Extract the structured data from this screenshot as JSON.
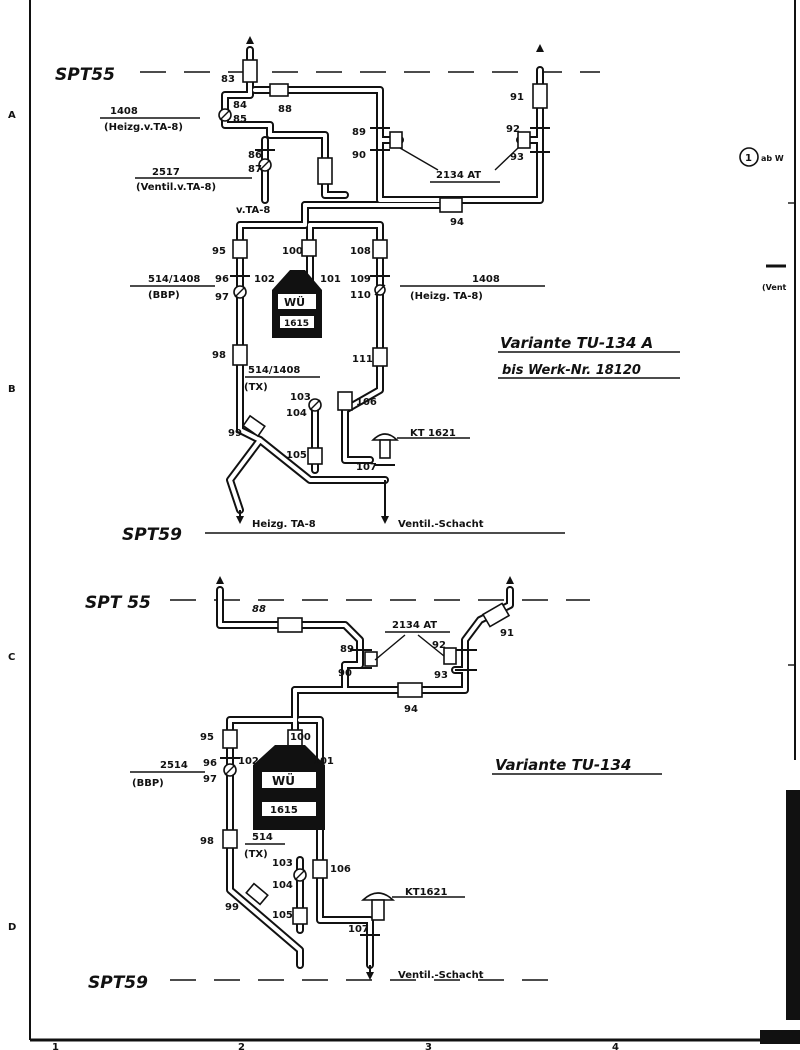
{
  "margin": {
    "row_a": "A",
    "row_b": "B",
    "row_c": "C",
    "row_d": "D",
    "col_1": "1",
    "col_2": "2",
    "col_3": "3",
    "col_4": "4"
  },
  "right_edge": {
    "circle_num": "1",
    "circle_text": "ab W",
    "bbp_cut": "(Vent"
  },
  "top": {
    "spt55": "SPT55",
    "spt59": "SPT59",
    "variant_title": "Variante TU-134 A",
    "variant_sub": "bis Werk-Nr. 18120",
    "heat1_code": "1408",
    "heat1_text": "(Heizg.v.TA-8)",
    "vent_code": "2517",
    "vent_text": "(Ventil.v.TA-8)",
    "vta8": "v.TA-8",
    "at_label": "2134 AT",
    "bbp_code": "514/1408",
    "bbp_text": "(BBP)",
    "heat2_code": "1408",
    "heat2_text": "(Heizg. TA-8)",
    "tx_code": "514/1408",
    "tx_text": "(TX)",
    "kt_label": "KT 1621",
    "wu_label": "WÜ",
    "wu_num": "1615",
    "bottom_heat": "Heizg. TA-8",
    "bottom_vent": "Ventil.-Schacht",
    "n83": "83",
    "n84": "84",
    "n85": "85",
    "n86": "86",
    "n87": "87",
    "n88": "88",
    "n89": "89",
    "n90": "90",
    "n91": "91",
    "n92": "92",
    "n93": "93",
    "n94": "94",
    "n95": "95",
    "n96": "96",
    "n97": "97",
    "n98": "98",
    "n99": "99",
    "n100": "100",
    "n101": "101",
    "n102": "102",
    "n103": "103",
    "n104": "104",
    "n105": "105",
    "n106": "106",
    "n107": "107",
    "n108": "108",
    "n109": "109",
    "n110": "110",
    "n111": "111"
  },
  "bottom": {
    "spt55": "SPT 55",
    "spt59": "SPT59",
    "variant_title": "Variante TU-134",
    "at_label": "2134 AT",
    "bbp_code": "2514",
    "bbp_text": "(BBP)",
    "tx_code": "514",
    "tx_text": "(TX)",
    "kt_label": "KT1621",
    "wu_label": "WÜ",
    "wu_num": "1615",
    "bottom_vent": "Ventil.-Schacht",
    "n88": "88",
    "n89": "89",
    "n90": "90",
    "n91": "91",
    "n92": "92",
    "n93": "93",
    "n94": "94",
    "n95": "95",
    "n96": "96",
    "n97": "97",
    "n98": "98",
    "n99": "99",
    "n100": "100",
    "n101": "101",
    "n102": "102",
    "n103": "103",
    "n104": "104",
    "n105": "105",
    "n106": "106",
    "n107": "107"
  }
}
